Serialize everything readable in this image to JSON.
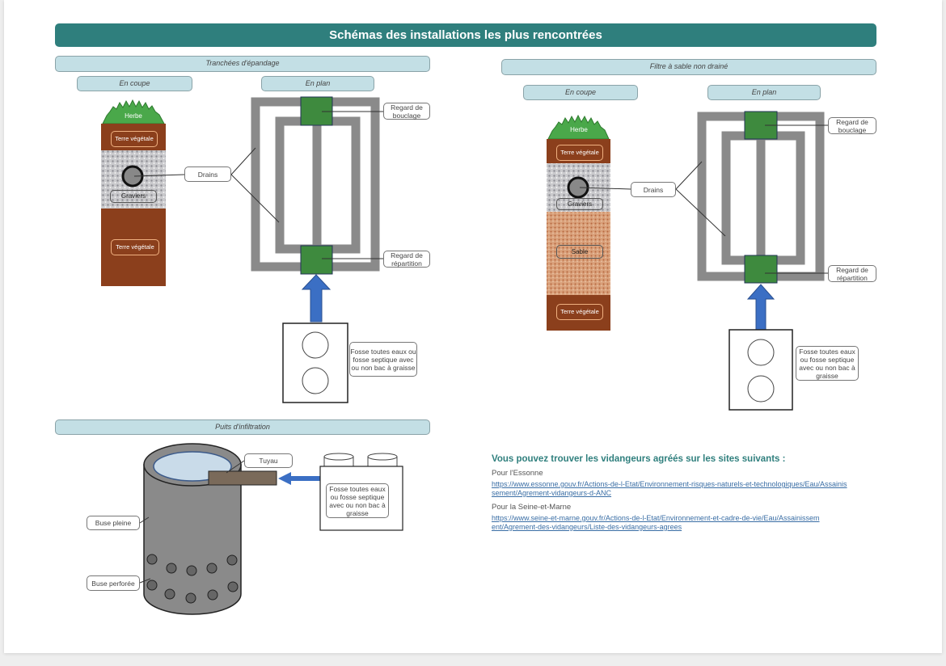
{
  "title": "Schémas des installations les plus rencontrées",
  "colors": {
    "header": "#2f7f7d",
    "section": "#c3dfe5",
    "soil": "#8b3f1c",
    "regard": "#3e8a3e",
    "arrow": "#3b6fc4",
    "drain": "#8a8a8a",
    "link": "#3a6ea5"
  },
  "tranchees": {
    "title": "Tranchées d'épandage",
    "coupe": "En coupe",
    "plan": "En plan",
    "herbe": "Herbe",
    "terre_top": "Terre végétale",
    "graviers": "Graviers",
    "terre_bottom": "Terre végétale",
    "drains": "Drains",
    "regard_bouclage": "Regard de bouclage",
    "regard_repartition": "Regard de répartition",
    "fosse": "Fosse toutes eaux ou fosse septique avec ou non bac à graisse"
  },
  "filtre": {
    "title": "Filtre à sable non drainé",
    "coupe": "En coupe",
    "plan": "En plan",
    "herbe": "Herbe",
    "terre_top": "Terre végétale",
    "graviers": "Graviers",
    "sable": "Sable",
    "terre_bottom": "Terre végétale",
    "drains": "Drains",
    "regard_bouclage": "Regard de bouclage",
    "regard_repartition": "Regard de répartition",
    "fosse": "Fosse toutes eaux ou fosse septique avec ou non bac à graisse"
  },
  "puits": {
    "title": "Puits d'infiltration",
    "tuyau": "Tuyau",
    "buse_pleine": "Buse pleine",
    "buse_perforee": "Buse perforée",
    "fosse": "Fosse toutes eaux ou fosse septique avec ou non bac à graisse"
  },
  "info": {
    "heading": "Vous pouvez trouver les vidangeurs agréés sur les sites suivants :",
    "essonne_label": "Pour l'Essonne",
    "essonne_link": "https://www.essonne.gouv.fr/Actions-de-l-Etat/Environnement-risques-naturels-et-technologiques/Eau/Assainissement/Agrement-vidangeurs-d-ANC",
    "seine_label": "Pour la Seine-et-Marne",
    "seine_link": "https://www.seine-et-marne.gouv.fr/Actions-de-l-Etat/Environnement-et-cadre-de-vie/Eau/Assainissement/Agrement-des-vidangeurs/Liste-des-vidangeurs-agrees"
  }
}
